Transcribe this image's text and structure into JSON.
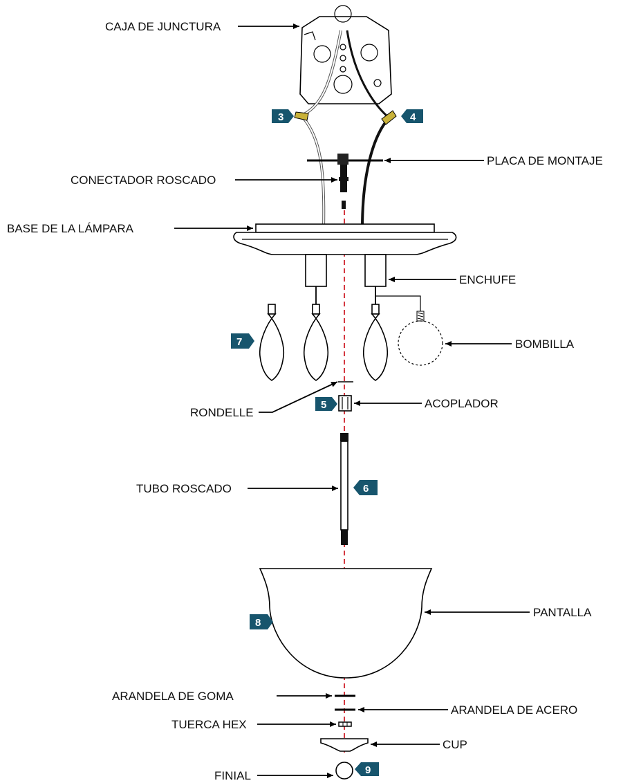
{
  "labels": {
    "junction_box": "CAJA DE JUNCTURA",
    "mounting_plate": "PLACA DE MONTAJE",
    "threaded_connector": "CONECTADOR ROSCADO",
    "lamp_base": "BASE DE LA LÁMPARA",
    "socket": "ENCHUFE",
    "bulb": "BOMBILLA",
    "washer": "RONDELLE",
    "coupler": "ACOPLADOR",
    "threaded_tube": "TUBO ROSCADO",
    "shade": "PANTALLA",
    "rubber_washer": "ARANDELA DE GOMA",
    "steel_washer": "ARANDELA DE ACERO",
    "hex_nut": "TUERCA HEX",
    "cup": "CUP",
    "finial": "FINIAL"
  },
  "steps": {
    "s3": "3",
    "s4": "4",
    "s5": "5",
    "s6": "6",
    "s7": "7",
    "s8": "8",
    "s9": "9"
  },
  "colors": {
    "step_badge": "#17556d",
    "centerline": "#d0202a",
    "wire_nut": "#c9b23a"
  }
}
